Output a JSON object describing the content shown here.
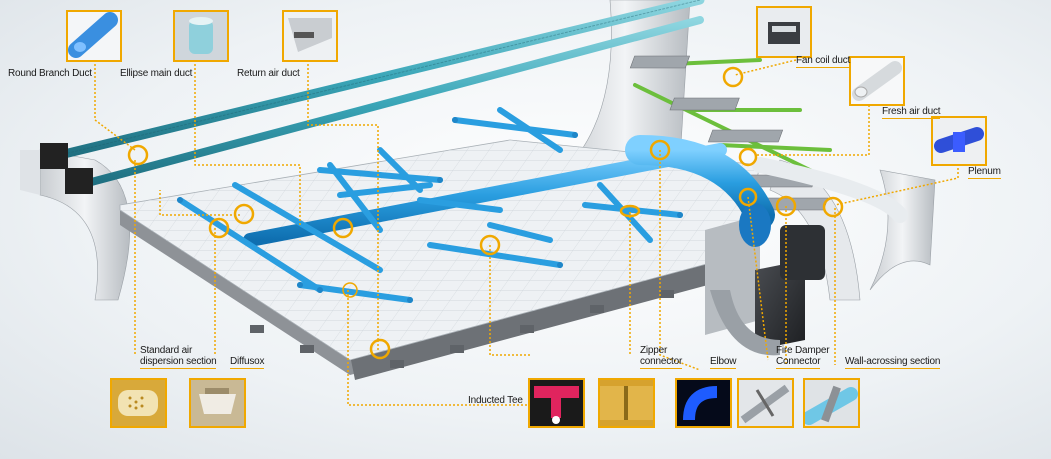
{
  "labels": {
    "round_branch_duct": "Round Branch Duct",
    "ellipse_main_duct": "Ellipse main duct",
    "return_air_duct": "Return air duct",
    "fan_coil_duct": "Fan coil duct",
    "fresh_air_duct": "Fresh air duct",
    "plenum": "Plenum",
    "standard_air_dispersion_line1": "Standard air",
    "standard_air_dispersion_line2": "dispersion section",
    "diffusox": "Diffusox",
    "inducted_tee": "Inducted Tee",
    "zipper_connector_line1": "Zipper",
    "zipper_connector_line2": "connector",
    "elbow": "Elbow",
    "fire_damper_line1": "Fire Damper",
    "fire_damper_line2": "Connector",
    "wall_acrossing_section": "Wall-acrossing section"
  },
  "colors": {
    "accent": "#f0a800",
    "duct_blue": "#2a9ee0",
    "duct_teal": "#3aa6b8",
    "pipe_green": "#6cbf3c",
    "floor": "#eef1f4",
    "concrete": "#9a9a9a"
  },
  "icons": {
    "round_branch_duct": "blue-round-duct-icon",
    "ellipse_main_duct": "ellipse-duct-icon",
    "return_air_duct": "return-duct-icon",
    "fan_coil_duct": "fan-coil-icon",
    "fresh_air_duct": "fresh-air-duct-icon",
    "plenum": "plenum-icon",
    "standard_air_dispersion": "perforated-duct-icon",
    "diffusox": "diffusox-icon",
    "inducted_tee": "inducted-tee-icon",
    "zipper_connector": "zipper-connector-icon",
    "elbow": "elbow-icon",
    "fire_damper": "fire-damper-icon",
    "wall_acrossing": "wall-acrossing-icon"
  }
}
